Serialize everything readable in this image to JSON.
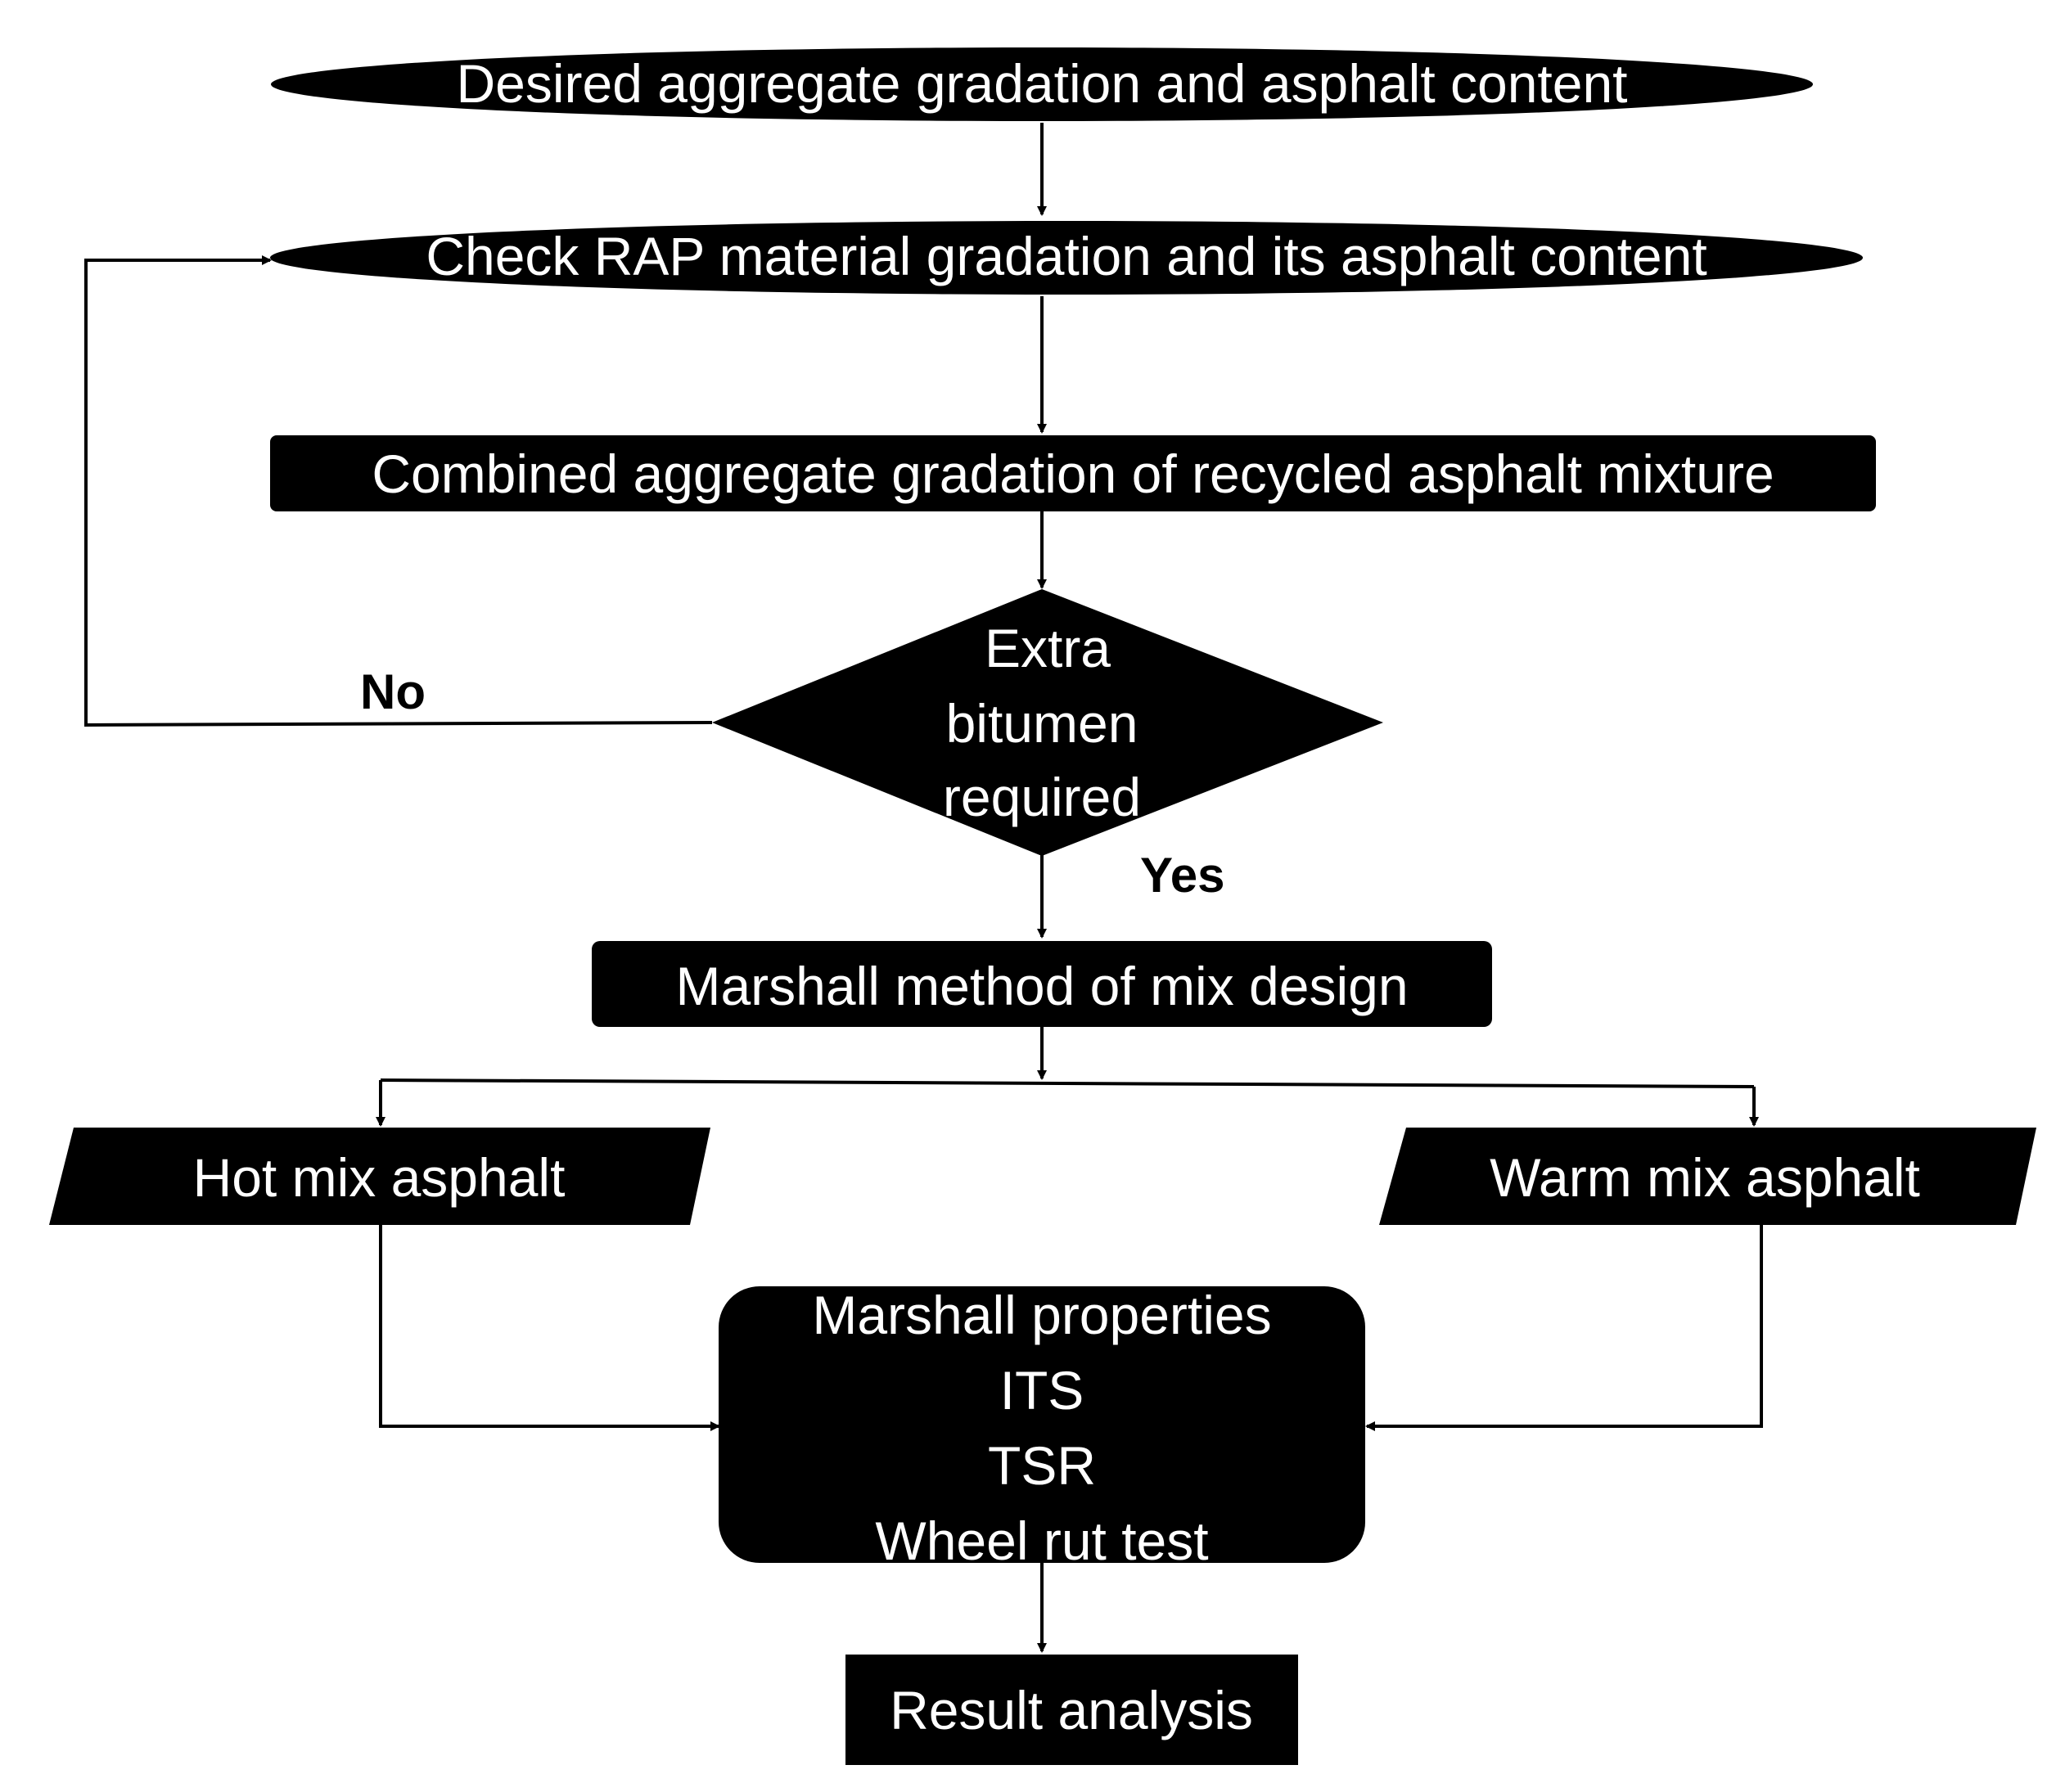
{
  "nodes": {
    "desired": {
      "label": "Desired aggregate gradation and asphalt content"
    },
    "check_rap": {
      "label": "Check RAP material gradation and its asphalt content"
    },
    "combined": {
      "label": "Combined aggregate gradation of recycled asphalt mixture"
    },
    "decision": {
      "lines": [
        "Extra",
        "bitumen",
        "required"
      ]
    },
    "marshall_method": {
      "label": "Marshall method of mix design"
    },
    "hot_mix": {
      "label": "Hot mix asphalt"
    },
    "warm_mix": {
      "label": "Warm mix asphalt"
    },
    "tests": {
      "lines": [
        "Marshall properties",
        "ITS",
        "TSR",
        "Wheel rut test"
      ]
    },
    "result": {
      "label": "Result analysis"
    }
  },
  "edges": {
    "no_label": "No",
    "yes_label": "Yes"
  }
}
